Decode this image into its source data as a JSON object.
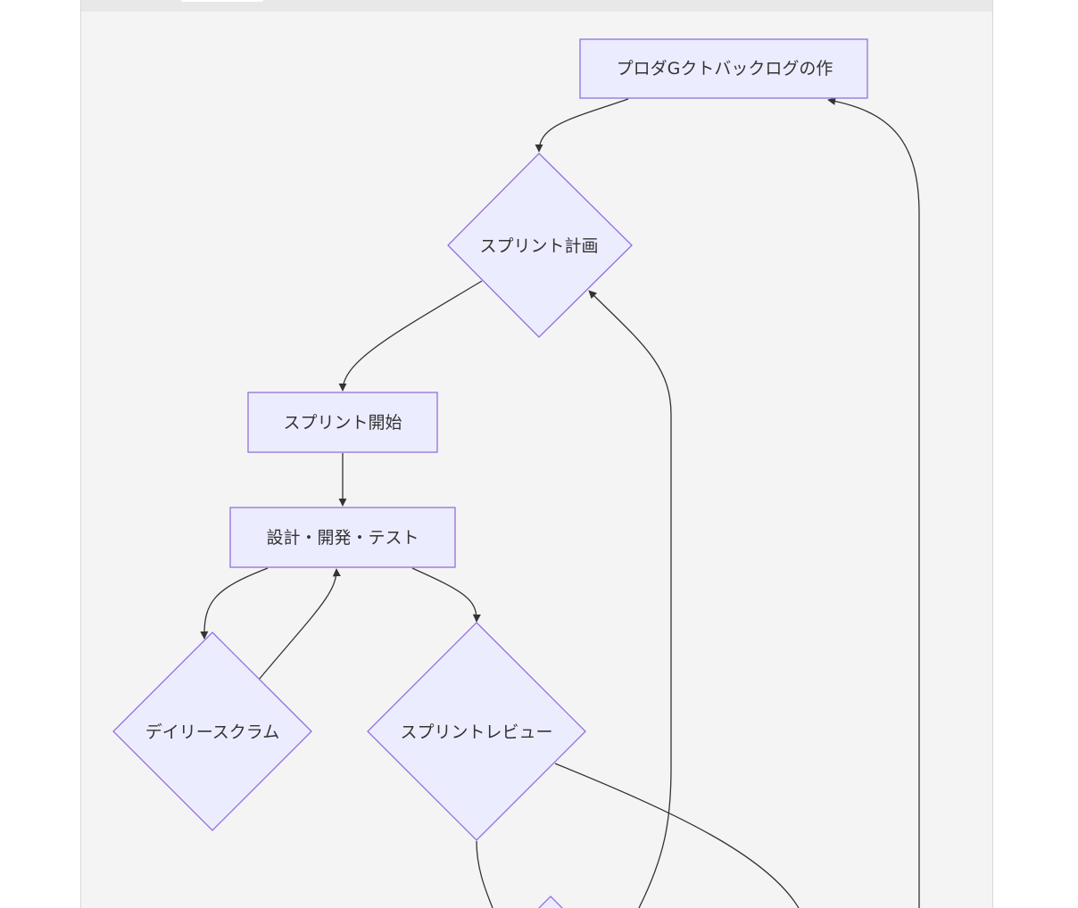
{
  "diagram": {
    "type": "flowchart",
    "colors": {
      "node_fill": "#ECECFF",
      "node_stroke": "#9370DB",
      "edge": "#333333",
      "background": "#F4F4F4",
      "text": "#333333"
    },
    "nodes": [
      {
        "id": "backlog",
        "shape": "rect",
        "label": "プロダGクトバックログの作"
      },
      {
        "id": "planning",
        "shape": "diamond",
        "label": "スプリント計画"
      },
      {
        "id": "start",
        "shape": "rect",
        "label": "スプリント開始"
      },
      {
        "id": "dev",
        "shape": "rect",
        "label": "設計・開発・テスト"
      },
      {
        "id": "daily",
        "shape": "diamond",
        "label": "デイリースクラム"
      },
      {
        "id": "review",
        "shape": "diamond",
        "label": "スプリントレビュー"
      },
      {
        "id": "partial",
        "shape": "diamond",
        "label": ""
      }
    ],
    "edges": [
      {
        "from": "backlog",
        "to": "planning"
      },
      {
        "from": "planning",
        "to": "start"
      },
      {
        "from": "start",
        "to": "dev"
      },
      {
        "from": "dev",
        "to": "daily"
      },
      {
        "from": "daily",
        "to": "dev"
      },
      {
        "from": "dev",
        "to": "review"
      },
      {
        "from": "review",
        "to": "partial"
      },
      {
        "from": "review",
        "to": "offscreen"
      },
      {
        "from": "offscreen",
        "to": "planning"
      },
      {
        "from": "offscreen",
        "to": "backlog"
      }
    ]
  }
}
